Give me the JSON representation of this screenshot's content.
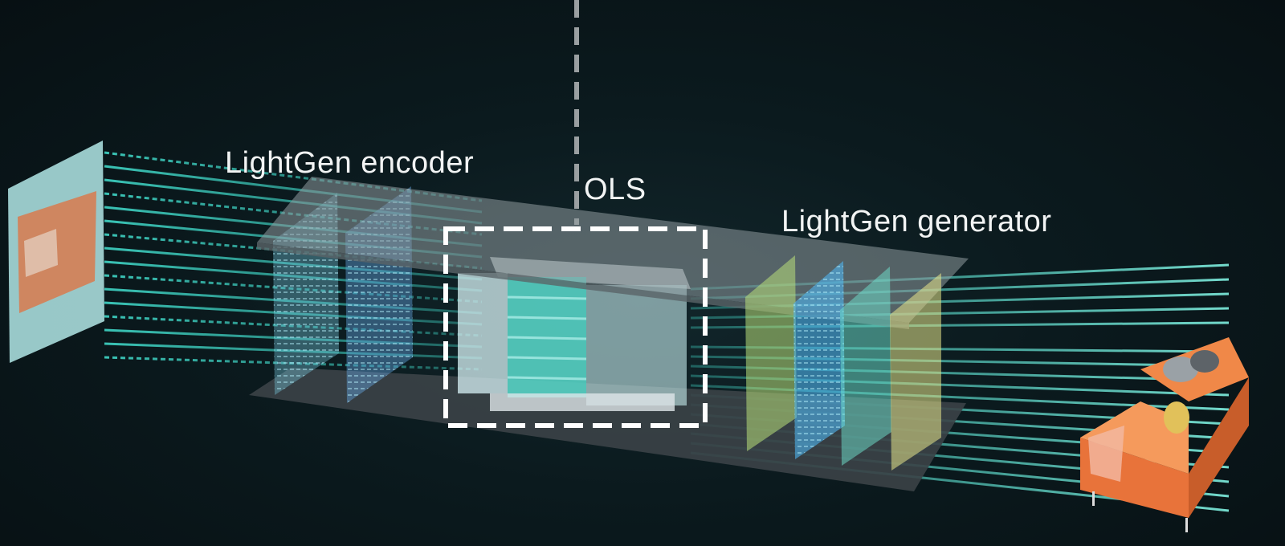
{
  "labels": {
    "encoder": "LightGen encoder",
    "ols": "OLS",
    "generator": "LightGen generator"
  },
  "colors": {
    "beam": "#3fd6c6",
    "panel_green": "#b9e07a",
    "panel_blue": "#4fb4ef",
    "panel_cyan": "#6fe3d0",
    "panel_yellow": "#e8e58a",
    "sofa": "#e8733a"
  }
}
